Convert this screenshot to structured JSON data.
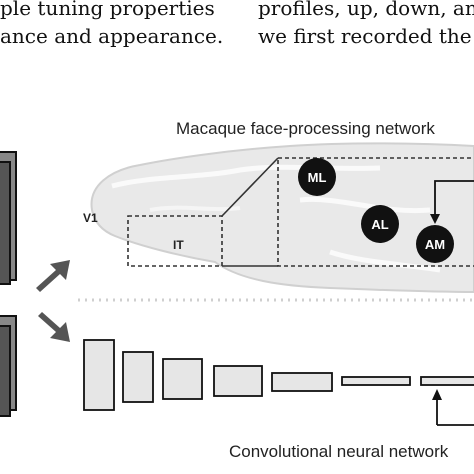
{
  "text_columns": {
    "left": [
      "tuning properties",
      "ance and appearance."
    ],
    "right": [
      "profiles, up, down, an",
      "we first recorded the"
    ],
    "left_fragment_prefix": "ple"
  },
  "figure": {
    "monkey_title": "Macaque face-processing network",
    "cnn_title": "Convolutional neural network",
    "labels": {
      "v1": "V1",
      "it": "IT",
      "ml": "ML",
      "al": "AL",
      "am": "AM"
    }
  }
}
